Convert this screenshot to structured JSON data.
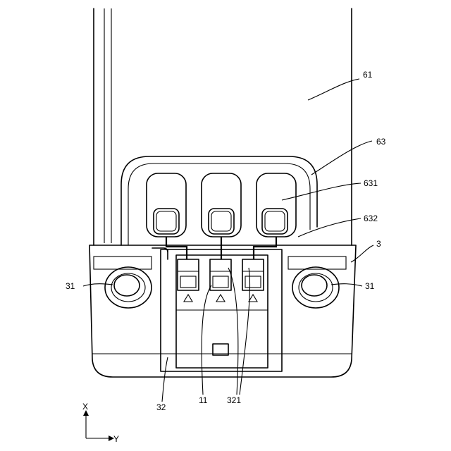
{
  "labels": {
    "l61": "61",
    "l63": "63",
    "l631": "631",
    "l632": "632",
    "l3": "3",
    "l31_left": "31",
    "l31_right": "31",
    "l32": "32",
    "l11": "11",
    "l321": "321",
    "axis_x": "X",
    "axis_y": "Y"
  }
}
